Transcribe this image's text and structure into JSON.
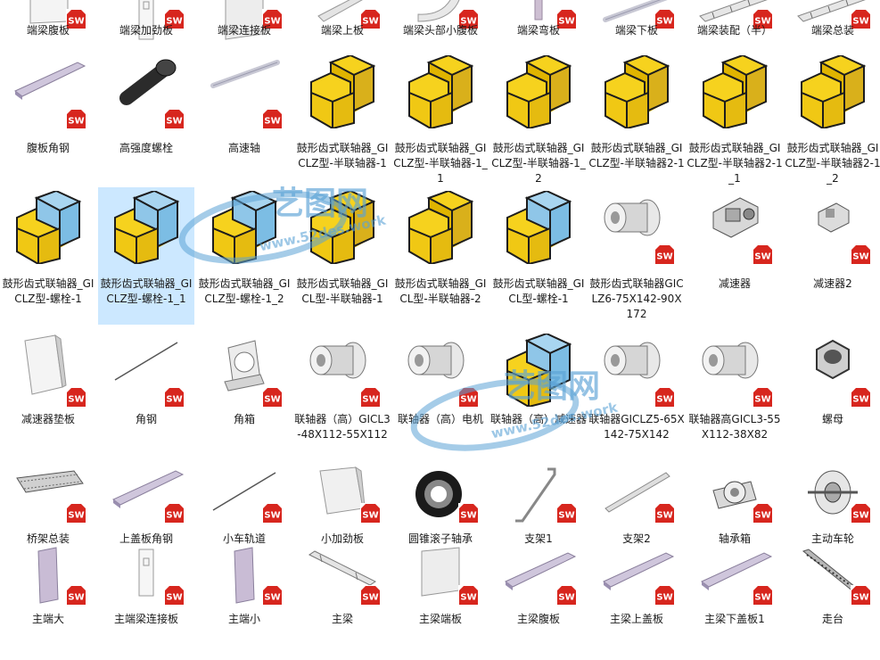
{
  "files": [
    {
      "label": "端梁腹板",
      "thumb": "plate-thin"
    },
    {
      "label": "端梁加劲板",
      "thumb": "plate-tall"
    },
    {
      "label": "端梁连接板",
      "thumb": "plate-square"
    },
    {
      "label": "端梁上板",
      "thumb": "plate-angle"
    },
    {
      "label": "端梁头部小腹板",
      "thumb": "plate-curve"
    },
    {
      "label": "端梁弯板",
      "thumb": "plate-bent"
    },
    {
      "label": "端梁下板",
      "thumb": "rod"
    },
    {
      "label": "端梁装配（半）",
      "thumb": "beam"
    },
    {
      "label": "端梁总装",
      "thumb": "beam"
    },
    {
      "label": "腹板角钢",
      "thumb": "angle-bar"
    },
    {
      "label": "高强度螺栓",
      "thumb": "bolt"
    },
    {
      "label": "高速轴",
      "thumb": "rod"
    },
    {
      "label": "鼓形齿式联轴器_GICLZ型-半联轴器-1",
      "thumb": "generic-part"
    },
    {
      "label": "鼓形齿式联轴器_GICLZ型-半联轴器-1_1",
      "thumb": "generic-part"
    },
    {
      "label": "鼓形齿式联轴器_GICLZ型-半联轴器-1_2",
      "thumb": "generic-part"
    },
    {
      "label": "鼓形齿式联轴器_GICLZ型-半联轴器2-1",
      "thumb": "generic-part"
    },
    {
      "label": "鼓形齿式联轴器_GICLZ型-半联轴器2-1_1",
      "thumb": "generic-part"
    },
    {
      "label": "鼓形齿式联轴器_GICLZ型-半联轴器2-1_2",
      "thumb": "generic-part"
    },
    {
      "label": "鼓形齿式联轴器_GICLZ型-螺栓-1",
      "thumb": "generic-asm"
    },
    {
      "label": "鼓形齿式联轴器_GICLZ型-螺栓-1_1",
      "thumb": "generic-asm"
    },
    {
      "label": "鼓形齿式联轴器_GICLZ型-螺栓-1_2",
      "thumb": "generic-asm"
    },
    {
      "label": "鼓形齿式联轴器_GICL型-半联轴器-1",
      "thumb": "generic-part"
    },
    {
      "label": "鼓形齿式联轴器_GICL型-半联轴器-2",
      "thumb": "generic-part"
    },
    {
      "label": "鼓形齿式联轴器_GICL型-螺栓-1",
      "thumb": "generic-asm"
    },
    {
      "label": "鼓形齿式联轴器GICLZ6-75X142-90X172",
      "thumb": "coupling"
    },
    {
      "label": "减速器",
      "thumb": "gearbox"
    },
    {
      "label": "减速器2",
      "thumb": "gearbox-small"
    },
    {
      "label": "减速器垫板",
      "thumb": "pad"
    },
    {
      "label": "角钢",
      "thumb": "thin-line"
    },
    {
      "label": "角箱",
      "thumb": "bracket"
    },
    {
      "label": "联轴器（高）GICL3-48X112-55X112",
      "thumb": "coupling"
    },
    {
      "label": "联轴器（高）电机",
      "thumb": "coupling"
    },
    {
      "label": "联轴器（高）减速器",
      "thumb": "generic-asm"
    },
    {
      "label": "联轴器GICLZ5-65X142-75X142",
      "thumb": "coupling"
    },
    {
      "label": "联轴器高GICL3-55X112-38X82",
      "thumb": "coupling"
    },
    {
      "label": "螺母",
      "thumb": "nut"
    },
    {
      "label": "桥架总装",
      "thumb": "bridge"
    },
    {
      "label": "上盖板角钢",
      "thumb": "angle-bar"
    },
    {
      "label": "小车轨道",
      "thumb": "thin-line"
    },
    {
      "label": "小加劲板",
      "thumb": "plate-small"
    },
    {
      "label": "圆锥滚子轴承",
      "thumb": "bearing"
    },
    {
      "label": "支架1",
      "thumb": "support-l"
    },
    {
      "label": "支架2",
      "thumb": "support-bar"
    },
    {
      "label": "轴承箱",
      "thumb": "bearing-box"
    },
    {
      "label": "主动车轮",
      "thumb": "wheel"
    },
    {
      "label": "主端大",
      "thumb": "end-plate"
    },
    {
      "label": "主端梁连接板",
      "thumb": "plate-tall"
    },
    {
      "label": "主端小",
      "thumb": "end-plate"
    },
    {
      "label": "主梁",
      "thumb": "girder"
    },
    {
      "label": "主梁端板",
      "thumb": "plate-square"
    },
    {
      "label": "主梁腹板",
      "thumb": "angle-bar"
    },
    {
      "label": "主梁上盖板",
      "thumb": "angle-bar"
    },
    {
      "label": "主梁下盖板1",
      "thumb": "angle-bar"
    },
    {
      "label": "走台",
      "thumb": "walkway"
    }
  ],
  "selected_index": 19,
  "badge": {
    "text": "SW",
    "color": "#d7261e"
  },
  "watermark": {
    "text": "艺图网",
    "url_text": "www.52des.work",
    "color": "#5ba3d6"
  },
  "colors": {
    "selection": "#cce8ff",
    "part_yellow": "#f6d21e",
    "part_blue": "#8fc6e8"
  }
}
